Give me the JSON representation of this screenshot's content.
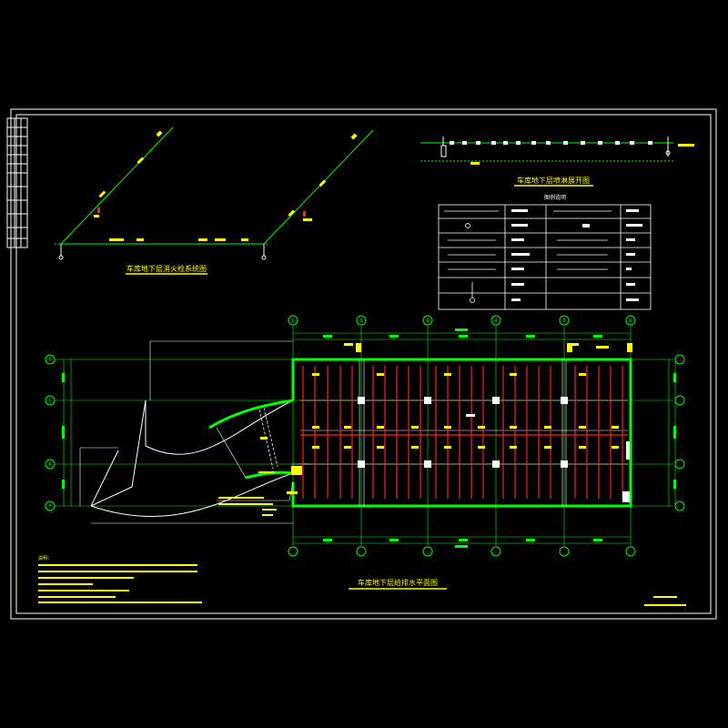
{
  "colors": {
    "background": "#000000",
    "frame": "#ffffff",
    "title": "#ffff00",
    "pipe": "#00ff00",
    "sprinkler": "#ff2020",
    "grid": "#00ff00",
    "dim": "#00ff00",
    "table_fill": "#ffffff"
  },
  "titles": {
    "fire_hydrant_system": "车库地下层消火栓系统图",
    "sprinkler_expansion": "车库地下层喷淋展开图",
    "floor_plan": "车库地下层给排水平面图"
  },
  "legend": {
    "heading": "图例说明"
  },
  "axes": {
    "columns": [
      "①",
      "⑤",
      "⑥",
      "④",
      "⑤",
      "⑥"
    ],
    "rows": [
      "Ⓓ",
      "Ⓒ",
      "Ⓑ",
      "Ⓐ"
    ]
  },
  "notes": {
    "heading": "说明："
  }
}
